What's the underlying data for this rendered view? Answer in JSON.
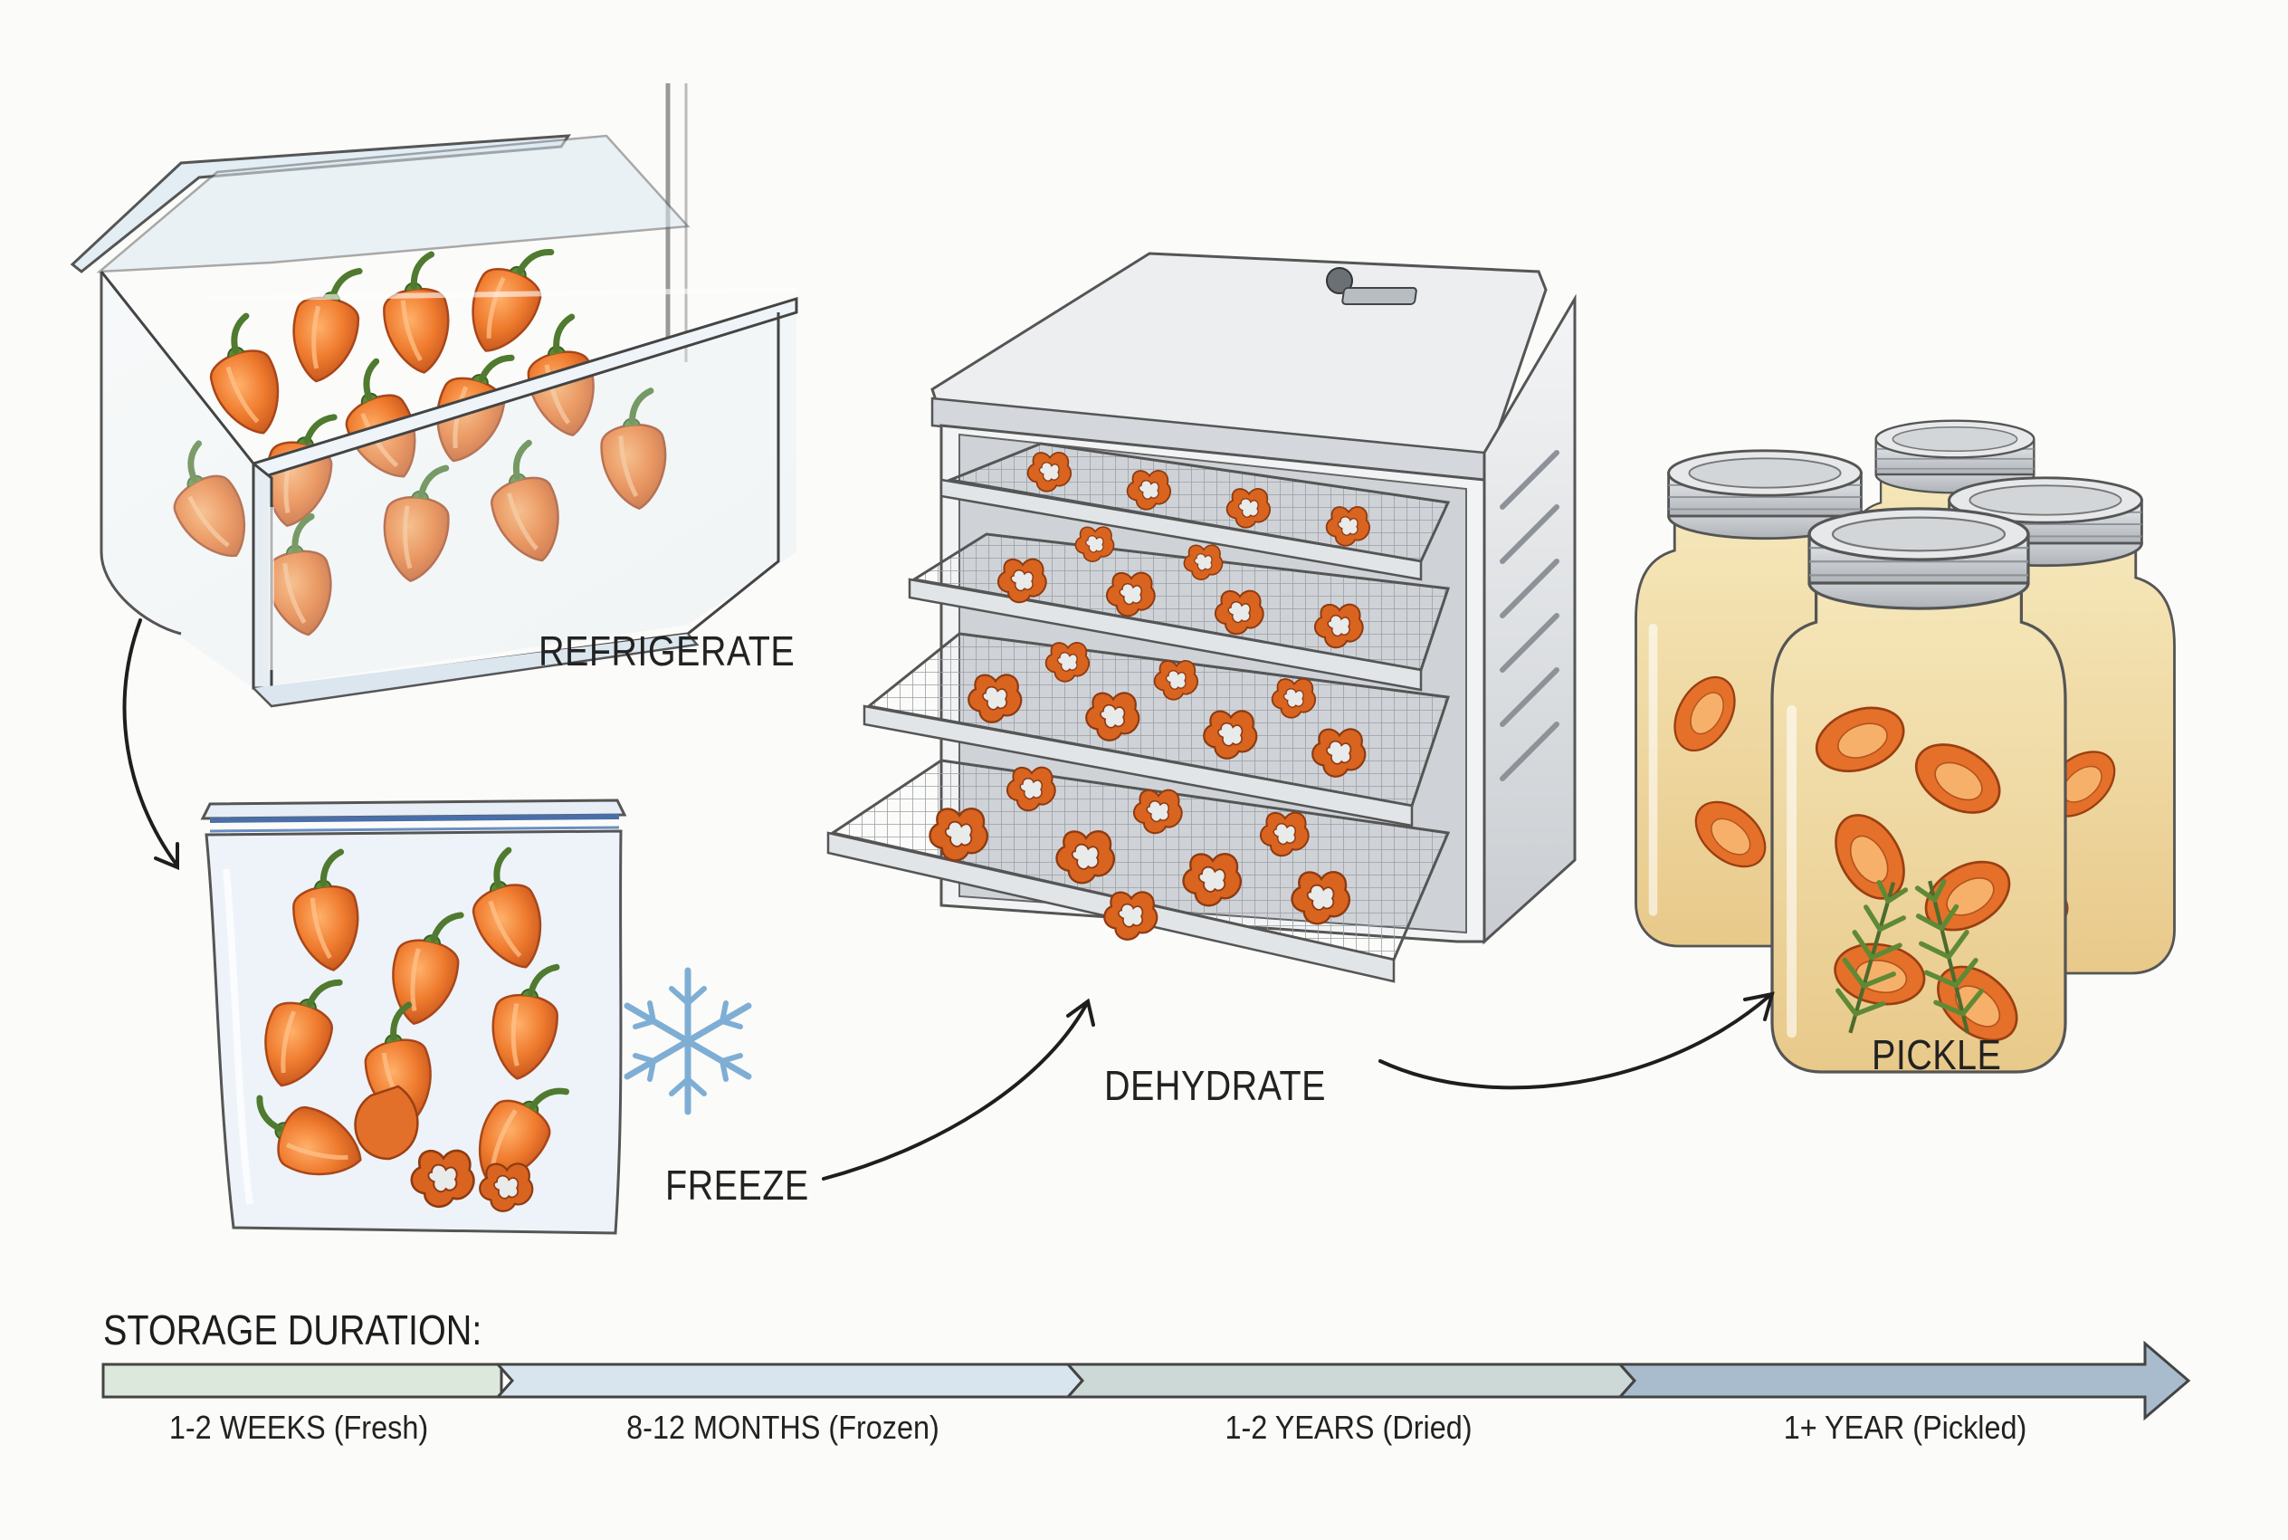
{
  "stages": {
    "refrigerate": "REFRIGERATE",
    "freeze": "FREEZE",
    "dehydrate": "DEHYDRATE",
    "pickle": "PICKLE"
  },
  "timeline": {
    "title": "STORAGE DURATION:",
    "segments": [
      {
        "label": "1-2 WEEKS (Fresh)",
        "color": "#dde8dc"
      },
      {
        "label": "8-12 MONTHS (Frozen)",
        "color": "#d9e5ee"
      },
      {
        "label": "1-2 YEARS (Dried)",
        "color": "#ccd9d6"
      },
      {
        "label": "1+ YEAR (Pickled)",
        "color": "#a9bccd"
      }
    ]
  },
  "colors": {
    "pepper": "#ee7a2c",
    "pepper_dark": "#c8531a",
    "stem": "#4f7a2f",
    "ink": "#2a2a2a",
    "snowflake": "#8fb6d8",
    "metal": "#dcdfe2"
  },
  "icons": [
    "refrigerator-drawer-icon",
    "freezer-bag-icon",
    "snowflake-icon",
    "food-dehydrator-icon",
    "mason-jar-icon",
    "flow-arrow-icon"
  ]
}
